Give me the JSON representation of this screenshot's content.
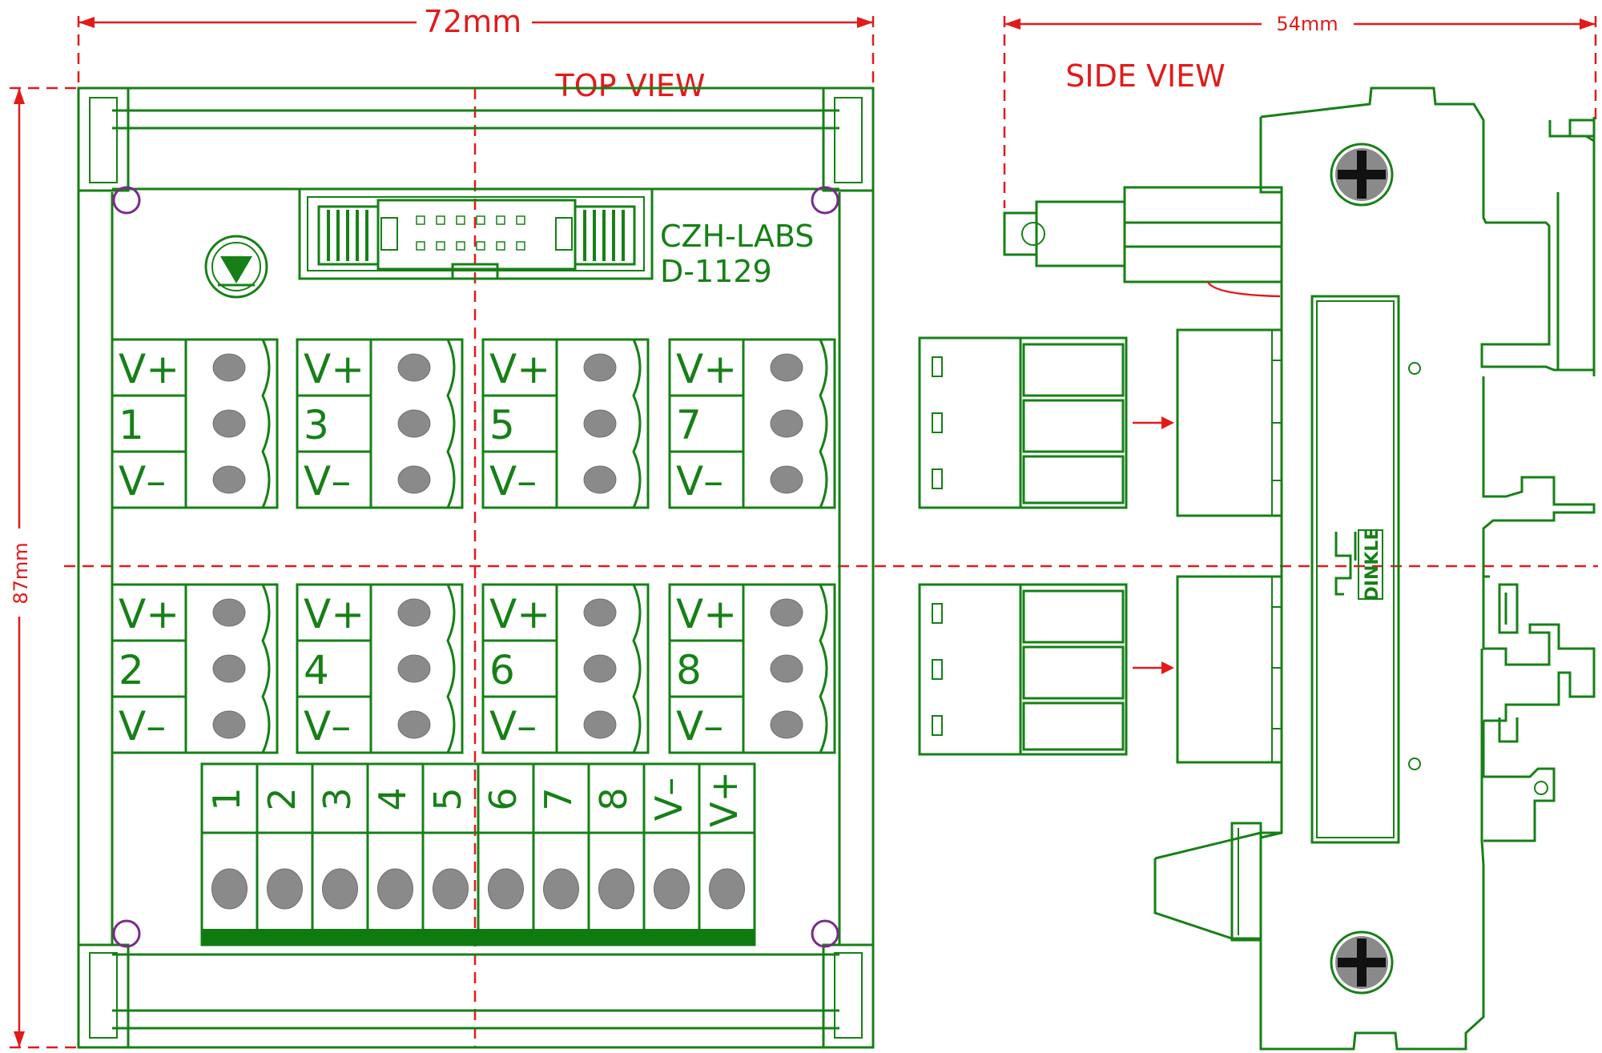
{
  "dimensions": {
    "width": "72mm",
    "height": "87mm",
    "side_depth": "54mm"
  },
  "views": {
    "top": "TOP VIEW",
    "side": "SIDE VIEW"
  },
  "brand": {
    "line1": "CZH-LABS",
    "line2": "D-1129"
  },
  "side_label": "DINKLE",
  "terminal_blocks": [
    {
      "top": "V+",
      "num": "1",
      "bot": "V–"
    },
    {
      "top": "V+",
      "num": "3",
      "bot": "V–"
    },
    {
      "top": "V+",
      "num": "5",
      "bot": "V–"
    },
    {
      "top": "V+",
      "num": "7",
      "bot": "V–"
    },
    {
      "top": "V+",
      "num": "2",
      "bot": "V–"
    },
    {
      "top": "V+",
      "num": "4",
      "bot": "V–"
    },
    {
      "top": "V+",
      "num": "6",
      "bot": "V–"
    },
    {
      "top": "V+",
      "num": "8",
      "bot": "V–"
    }
  ],
  "bottom_terminals": [
    "1",
    "2",
    "3",
    "4",
    "5",
    "6",
    "7",
    "8",
    "V–",
    "V+"
  ],
  "colors": {
    "outline": "#168016",
    "dimension": "#e21a1a",
    "screw_fill": "#8a8a8a",
    "mount_hole": "#7a2a8a"
  }
}
